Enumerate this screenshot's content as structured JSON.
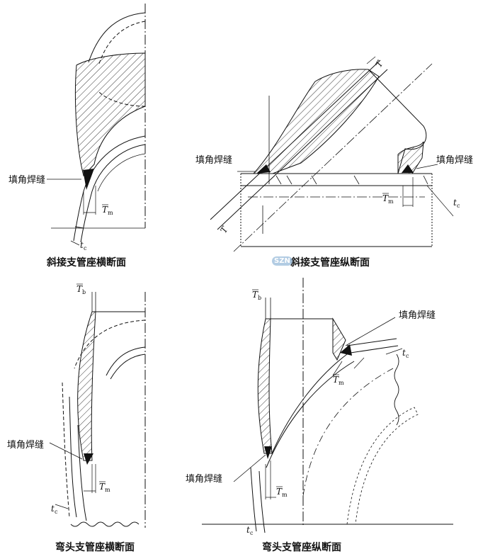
{
  "captions": {
    "p1": "斜接支管座横断面",
    "p2": "斜接支管座纵断面",
    "p3": "弯头支管座横断面",
    "p4": "弯头支管座纵断面"
  },
  "labels": {
    "fillet_weld": "填角焊缝",
    "T": "T",
    "sub_m": "m",
    "sub_b": "b",
    "t": "t",
    "sub_c": "c"
  },
  "watermark": "SZN"
}
